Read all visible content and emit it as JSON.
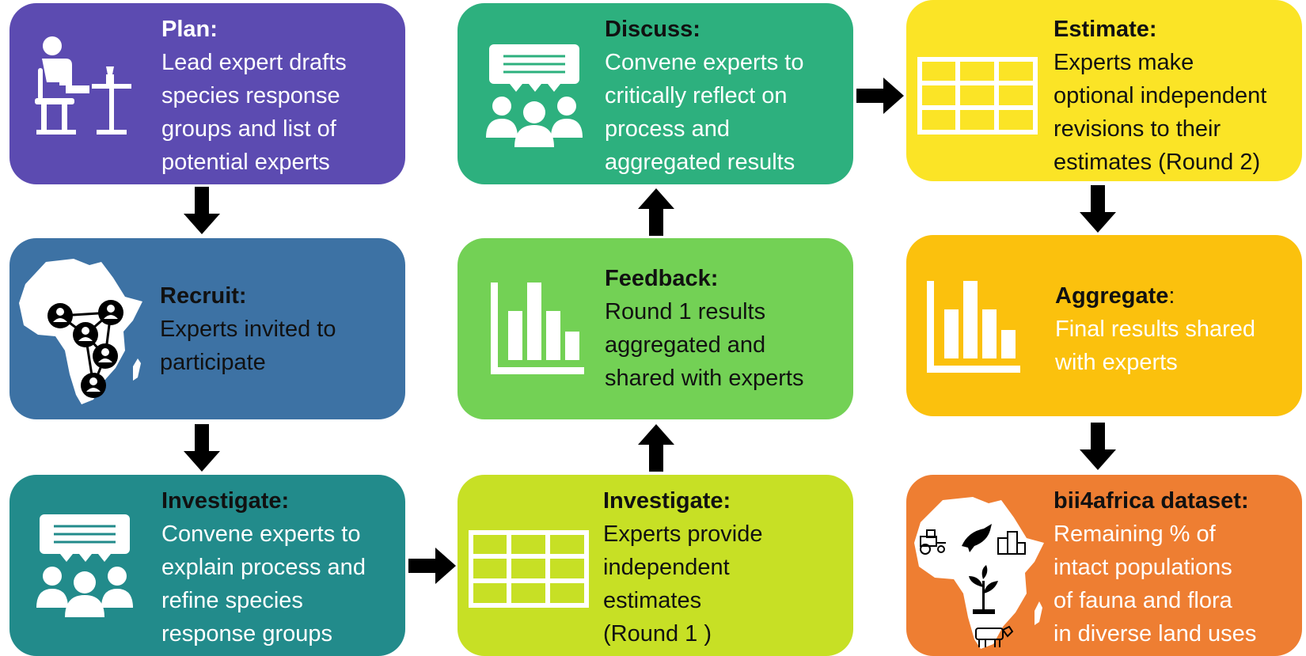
{
  "steps": {
    "plan": {
      "title": "Plan:",
      "lines": [
        "Lead expert drafts",
        "species response",
        "groups and list of",
        "potential experts"
      ],
      "color": "#5c4bb1"
    },
    "recruit": {
      "title": "Recruit:",
      "lines": [
        "Experts invited to",
        "participate"
      ],
      "color": "#3d72a4"
    },
    "investigate1": {
      "title": "Investigate:",
      "lines": [
        "Convene experts to",
        "explain process and",
        "refine species",
        "response groups"
      ],
      "color": "#228b8b"
    },
    "investigate2": {
      "title": "Investigate:",
      "lines": [
        "Experts provide",
        "independent",
        "estimates",
        "(Round 1 )"
      ],
      "color": "#c7e025"
    },
    "feedback": {
      "title": "Feedback:",
      "lines": [
        "Round 1 results",
        "aggregated and",
        "shared with experts"
      ],
      "color": "#73d155"
    },
    "discuss": {
      "title": "Discuss:",
      "lines": [
        "Convene experts to",
        "critically reflect on",
        "process and",
        "aggregated results"
      ],
      "color": "#2db07e"
    },
    "estimate": {
      "title": "Estimate:",
      "lines": [
        "Experts make",
        "optional independent",
        "revisions to their",
        "estimates (Round 2)"
      ],
      "color": "#fbe426"
    },
    "aggregate": {
      "title": "Aggregate",
      "title_suffix": ":",
      "lines": [
        "Final results shared",
        "with experts"
      ],
      "color": "#fbc10d"
    },
    "dataset": {
      "title": "bii4africa dataset:",
      "lines": [
        "Remaining % of",
        "intact populations",
        "of fauna and flora",
        "in diverse land uses"
      ],
      "color": "#ee7e32"
    }
  },
  "icons": {
    "plan": "person-at-desk-icon",
    "recruit": "africa-expert-network-icon",
    "investigate1": "speech-bubble-group-icon",
    "investigate2": "table-grid-icon",
    "feedback": "bar-chart-icon",
    "discuss": "speech-bubble-group-icon",
    "estimate": "table-grid-icon",
    "aggregate": "bar-chart-icon",
    "dataset": "africa-land-use-icon"
  }
}
